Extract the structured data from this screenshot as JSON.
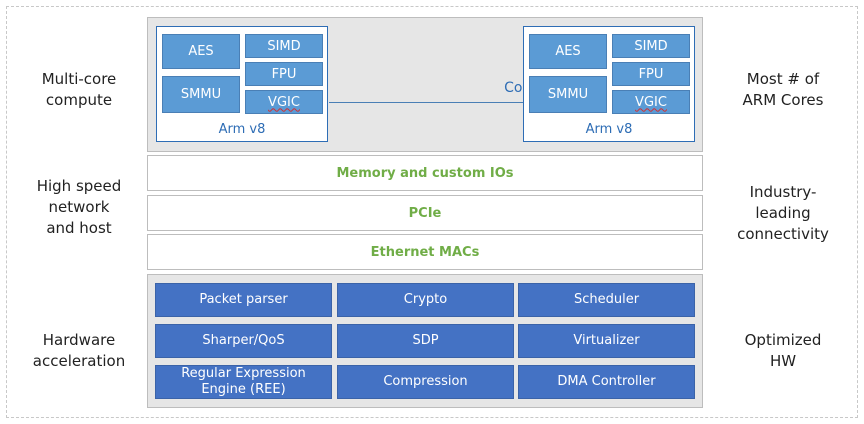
{
  "left_labels": {
    "compute": "Multi-core\ncompute",
    "network": "High speed\nnetwork\nand host",
    "accel": "Hardware\nacceleration"
  },
  "right_labels": {
    "cores": "Most # of\nARM Cores",
    "connectivity": "Industry-\nleading\nconnectivity",
    "hw": "Optimized\nHW"
  },
  "core_complex": {
    "label": "Core complex +LLC",
    "arm_left": {
      "aes": "AES",
      "smmu": "SMMU",
      "simd": "SIMD",
      "fpu": "FPU",
      "vgic": "VGIC",
      "label": "Arm v8"
    },
    "arm_right": {
      "aes": "AES",
      "smmu": "SMMU",
      "simd": "SIMD",
      "fpu": "FPU",
      "vgic": "VGIC",
      "label": "Arm v8"
    }
  },
  "bands": {
    "memory": "Memory and custom IOs",
    "pcie": "PCIe",
    "ethernet": "Ethernet MACs"
  },
  "accel": {
    "packet_parser": "Packet parser",
    "crypto": "Crypto",
    "scheduler": "Scheduler",
    "sharper": "Sharper/QoS",
    "sdp": "SDP",
    "virtualizer": "Virtualizer",
    "ree": "Regular Expression\nEngine (REE)",
    "compression": "Compression",
    "dma": "DMA Controller"
  },
  "colors": {
    "core_block": "#5b9bd5",
    "accel_block": "#4472c4",
    "band_text": "#70ad47",
    "panel_bg": "#e6e6e6",
    "core_text": "#2e6db5"
  }
}
